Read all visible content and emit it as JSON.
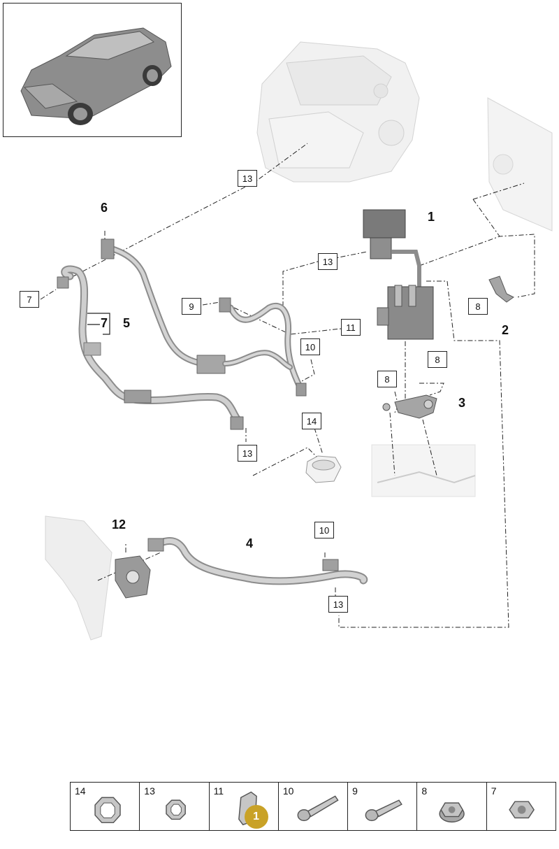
{
  "callouts": {
    "c13_engine": "13",
    "c1": "1",
    "c6": "6",
    "c7_left": "7",
    "c7_bracket": "7",
    "c5": "5",
    "c9": "9",
    "c13_mid": "13",
    "c11": "11",
    "c10_mid": "10",
    "c8_right": "8",
    "c2": "2",
    "c8_a": "8",
    "c8_b": "8",
    "c3": "3",
    "c14": "14",
    "c13_low": "13",
    "c12": "12",
    "c4": "4",
    "c10_low": "10",
    "c13_bottom": "13"
  },
  "strip": [
    {
      "num": "14",
      "icon": "thick-octagon-washer-icon"
    },
    {
      "num": "13",
      "icon": "octagon-washer-icon"
    },
    {
      "num": "11",
      "icon": "bracket-icon",
      "badge": "1"
    },
    {
      "num": "10",
      "icon": "long-bolt-icon"
    },
    {
      "num": "9",
      "icon": "bolt-icon"
    },
    {
      "num": "8",
      "icon": "flange-nut-icon"
    },
    {
      "num": "7",
      "icon": "hex-nut-icon"
    }
  ],
  "colors": {
    "badge": "#c9a227",
    "line": "#222222",
    "part": "#b9b9b9"
  }
}
